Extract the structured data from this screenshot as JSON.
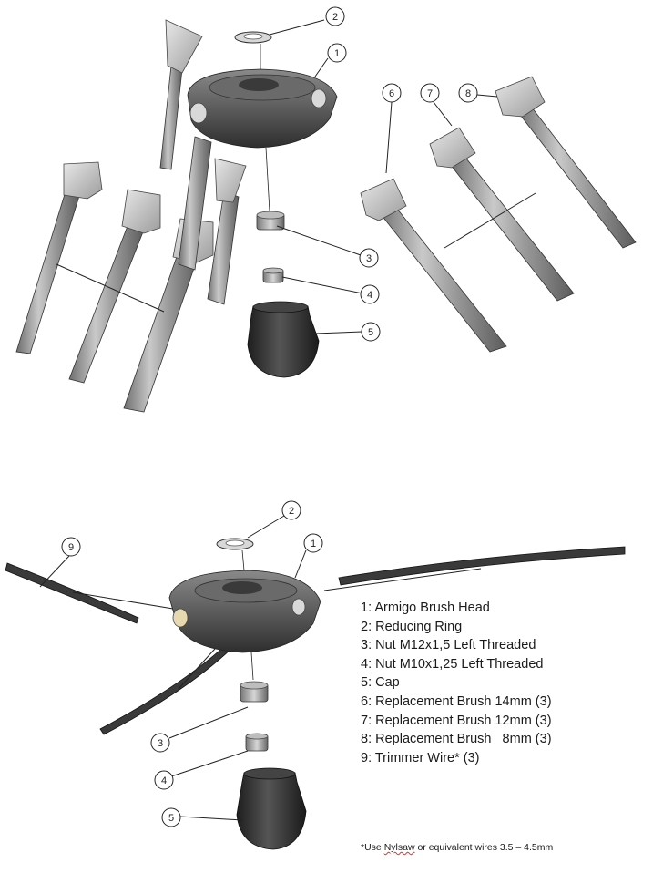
{
  "callouts_top": [
    "1",
    "2",
    "3",
    "4",
    "5",
    "6",
    "7",
    "8"
  ],
  "callouts_bottom": [
    "1",
    "2",
    "3",
    "4",
    "5",
    "9"
  ],
  "legend": [
    "1: Armigo Brush Head",
    "2: Reducing Ring",
    "3: Nut M12x1,5 Left Threaded",
    "4: Nut M10x1,25 Left Threaded",
    "5: Cap",
    "6: Replacement Brush 14mm (3)",
    "7: Replacement Brush 12mm (3)",
    "8: Replacement Brush   8mm (3)",
    "9: Trimmer Wire* (3)"
  ],
  "footnote": {
    "prefix": "*Use ",
    "brand": "Nylsaw",
    "suffix": " or equivalent wires 3.5 – 4.5mm"
  }
}
